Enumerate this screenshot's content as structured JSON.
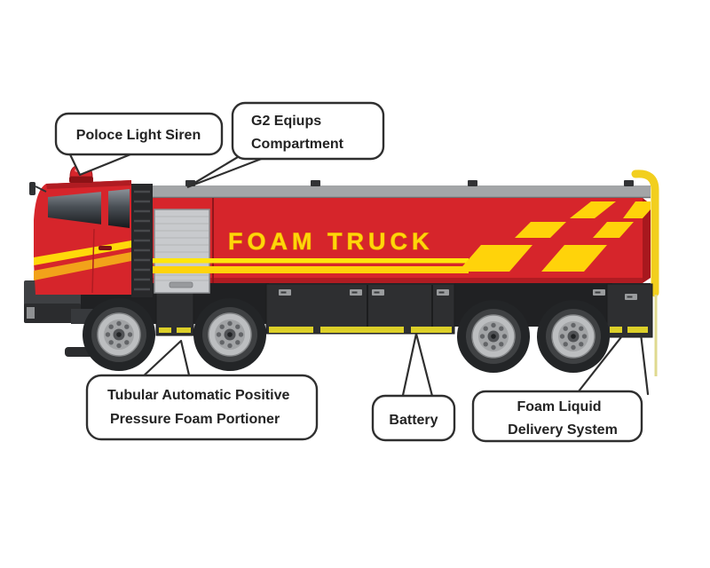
{
  "figure": {
    "type": "labeled-diagram",
    "subject": "foam fire truck side view",
    "truck_marking": "FOAM TRUCK",
    "callouts": [
      {
        "id": "police-light-siren",
        "lines": [
          "Poloce Light Siren"
        ]
      },
      {
        "id": "g2-equips-compartment",
        "lines": [
          "G2 Eqiups",
          "Compartment"
        ]
      },
      {
        "id": "foam-portioner",
        "lines": [
          "Tubular Automatic Positive",
          "Pressure Foam Portioner"
        ]
      },
      {
        "id": "battery",
        "lines": [
          "Battery"
        ]
      },
      {
        "id": "foam-liquid-delivery",
        "lines": [
          "Foam Liquid",
          "Delivery System"
        ]
      }
    ],
    "colors": {
      "body_red": "#d6252b",
      "dark_red_shadow": "#a8181e",
      "accent_yellow": "#ffd30a",
      "stripe_yellow_bright": "#ffe60c",
      "cab_stripe_orange": "#f2a21a",
      "chassis_dark": "#2b2c2e",
      "roof_gray": "#a3a5a7",
      "shutter_gray": "#c8cacd",
      "rim_gray": "#bcbec0",
      "handrail_yellow": "#f2cf1e",
      "callout_border": "#2f2f2f",
      "background": "#ffffff"
    }
  }
}
